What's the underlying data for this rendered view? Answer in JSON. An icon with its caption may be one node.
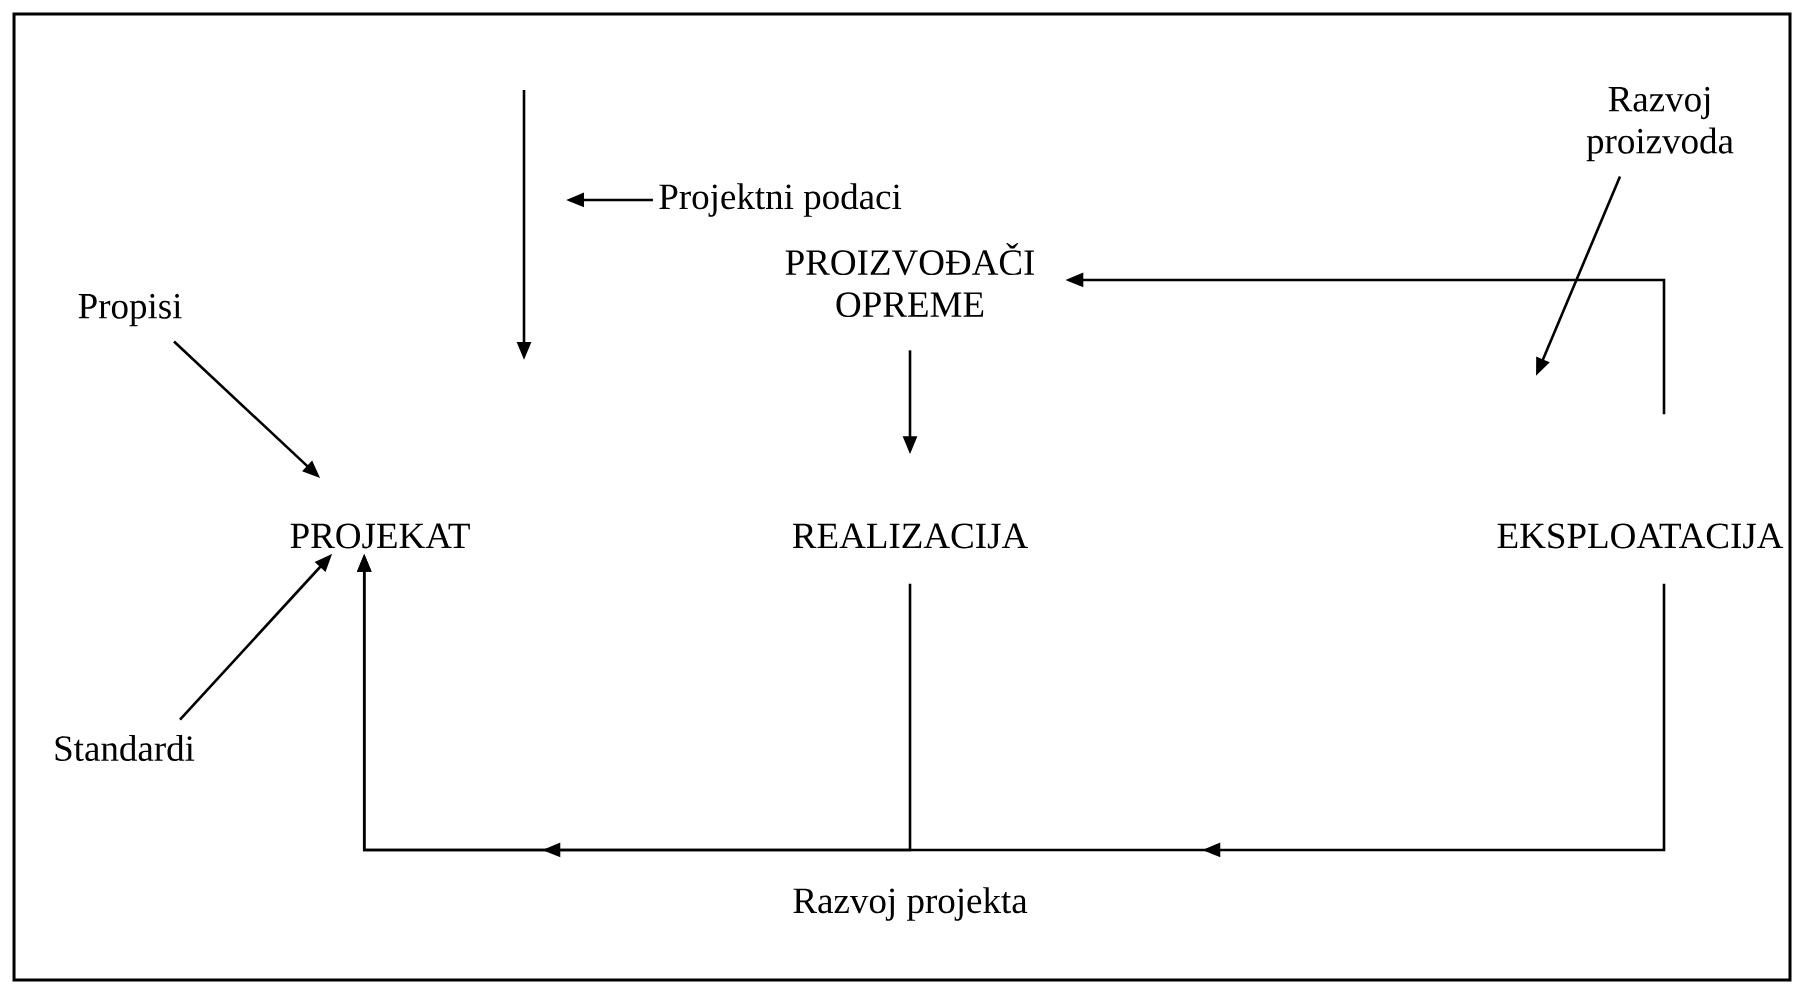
{
  "diagram": {
    "nodes": [
      {
        "text": [
          "Projektni podaci"
        ]
      },
      {
        "text": [
          "Razvoj proizvoda"
        ]
      },
      {
        "text": [
          "PROIZVOĐAČI OPREME"
        ]
      },
      {
        "text": [
          "Propisi"
        ]
      },
      {
        "text": [
          "PROJEKAT"
        ]
      },
      {
        "text": [
          "REALIZACIJA"
        ]
      },
      {
        "text": [
          "EKSPLOATACIJA"
        ]
      },
      {
        "text": [
          "Standardi"
        ]
      }
    ],
    "edges": [
      {
        "from": 0,
        "to": null,
        "arrow": "to"
      },
      {
        "from": 1,
        "to": null,
        "arrow": "to"
      },
      {
        "from": 6,
        "to": 2,
        "arrow": "to"
      },
      {
        "from": 3,
        "to": 4,
        "arrow": "to"
      },
      {
        "from": 7,
        "to": 4,
        "arrow": "to"
      },
      {
        "from": 2,
        "to": 5,
        "arrow": "to"
      },
      {
        "from": 5,
        "to": 4,
        "arrow": "to"
      },
      {
        "from": 6,
        "to": 4,
        "arrow": "to",
        "label": "Razvoj projekta"
      }
    ]
  }
}
